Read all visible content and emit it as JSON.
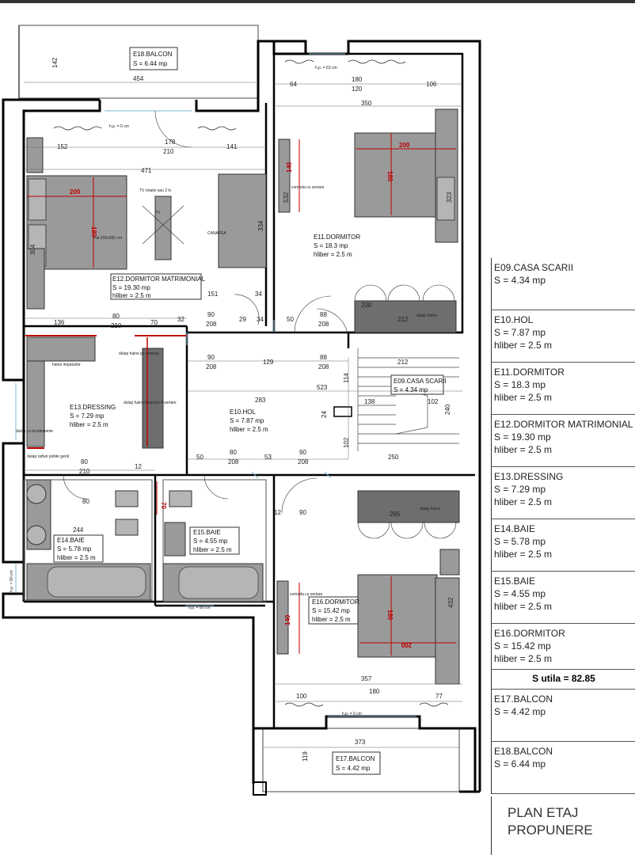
{
  "rooms": {
    "e18": {
      "name": "E18.BALCON",
      "area": "S =  6.44 mp"
    },
    "e11": {
      "name": "E11.DORMITOR",
      "area": "S =  18.3 mp",
      "h": "hliber = 2.5 m"
    },
    "e12": {
      "name": "E12.DORMITOR MATRIMONIAL",
      "area": "S =  19.30 mp",
      "h": "hliber = 2.5 m"
    },
    "e13": {
      "name": "E13.DRESSING",
      "area": "S =  7.29 mp",
      "h": "hliber = 2.5 m"
    },
    "e10": {
      "name": "E10.HOL",
      "area": "S =  7.87 mp",
      "h": "hliber = 2.5 m"
    },
    "e09": {
      "name": "E09.CASA SCARII",
      "area": "S =  4.34 mp"
    },
    "e14": {
      "name": "E14.BAIE",
      "area": "S =  5.78 mp",
      "h": "hliber = 2.5 m"
    },
    "e15": {
      "name": "E15.BAIE",
      "area": "S =  4.55 mp",
      "h": "hliber = 2.5 m"
    },
    "e16": {
      "name": "E16.DORMITOR",
      "area": "S =  15.42 mp",
      "h": "hliber = 2.5 m"
    },
    "e17": {
      "name": "E17.BALCON",
      "area": "S =  4.42 mp"
    }
  },
  "annotations": {
    "hp_top": "h.p. = 63 cm",
    "hp_left": "h.p. = 0 cm",
    "hp_bottom": "h.p. = 0 cm",
    "hp_wc": "h.p. = 90 cm",
    "hp_side": "h.p. = 90 cm",
    "tv": "TV rotativ sau 2 tv",
    "tv_short": "TV",
    "canapea": "CANAPEA",
    "pat": "Pat 200x200 cm",
    "comoda1": "comoda cu sertare",
    "comoda2": "comoda cu sertare",
    "dulap1": "dulap haine",
    "dulap2": "dulap haine",
    "dulap_umeras": "dulap haine pe umeras",
    "dulap_lungi": "dulap haine lungi jos 4 sertare",
    "haine_impaturite": "haine impaturite",
    "dulap_incaltaminte": "dulap cu incaltaminte",
    "dulap_genti": "dulap rafturi poliite genti"
  },
  "bed_dims": {
    "b12w": "200",
    "b12l": "180",
    "b11w": "200",
    "b11l": "180",
    "b16w": "200",
    "b16l": "160",
    "d140a": "140",
    "d140b": "140",
    "d70": "70"
  },
  "dims": {
    "d142": "142",
    "d454": "454",
    "d178": "178",
    "d210a": "210",
    "d152": "152",
    "d141": "141",
    "d471": "471",
    "d334": "334",
    "d304": "304",
    "d151": "151",
    "d34a": "34",
    "d136": "136",
    "d80a": "80",
    "d210b": "210",
    "d70b": "70",
    "d32": "32",
    "d90a": "90",
    "d208a": "208",
    "d29": "29",
    "d34b": "34",
    "d64": "64",
    "d180a": "180",
    "d120": "120",
    "d106": "106",
    "d350": "350",
    "d532": "532",
    "d323": "323",
    "d200b": "200",
    "d212a": "212",
    "d50a": "50",
    "d88a": "88",
    "d208b": "208",
    "d90b": "90",
    "d208c": "208",
    "d129": "129",
    "d88b": "88",
    "d208d": "208",
    "d212b": "212",
    "d114": "114",
    "d283": "283",
    "d523": "523",
    "d138": "138",
    "d102a": "102",
    "d240": "240",
    "d24": "24",
    "d102b": "102",
    "d250": "250",
    "d50b": "50",
    "d80b": "80",
    "d208e": "208",
    "d53": "53",
    "d90c": "90",
    "d208f": "208",
    "d80c": "80",
    "d210c": "210",
    "d12": "12",
    "d80d": "80",
    "d244": "244",
    "d12b": "12",
    "d90d": "90",
    "d265": "265",
    "d432": "432",
    "d357": "357",
    "d100": "100",
    "d180b": "180",
    "d77": "77",
    "d373": "373",
    "d119": "119"
  },
  "legend": [
    {
      "name": "E09.CASA SCARII",
      "area": "S =  4.34 mp",
      "h": ""
    },
    {
      "name": "E10.HOL",
      "area": "S =  7.87 mp",
      "h": "hliber = 2.5 m"
    },
    {
      "name": "E11.DORMITOR",
      "area": "S =  18.3 mp",
      "h": "hliber = 2.5 m"
    },
    {
      "name": "E12.DORMITOR MATRIMONIAL",
      "area": "S =  19.30 mp",
      "h": "hliber = 2.5 m"
    },
    {
      "name": "E13.DRESSING",
      "area": "S =  7.29 mp",
      "h": "hliber = 2.5 m"
    },
    {
      "name": "E14.BAIE",
      "area": "S =  5.78 mp",
      "h": "hliber = 2.5 m"
    },
    {
      "name": "E15.BAIE",
      "area": "S =  4.55 mp",
      "h": "hliber = 2.5 m"
    },
    {
      "name": "E16.DORMITOR",
      "area": "S =  15.42 mp",
      "h": "hliber = 2.5 m"
    }
  ],
  "total": "S utila = 82.85",
  "legend_balcony": [
    {
      "name": "E17.BALCON",
      "area": "S =  4.42 mp"
    },
    {
      "name": "E18.BALCON",
      "area": "S =  6.44 mp"
    }
  ],
  "title": {
    "line1": "PLAN ETAJ",
    "line2": "PROPUNERE"
  },
  "colors": {
    "wall": "#000000",
    "furniture": "#9a9a9a",
    "dim_red": "#c00000",
    "door": "#7fb7d0"
  }
}
